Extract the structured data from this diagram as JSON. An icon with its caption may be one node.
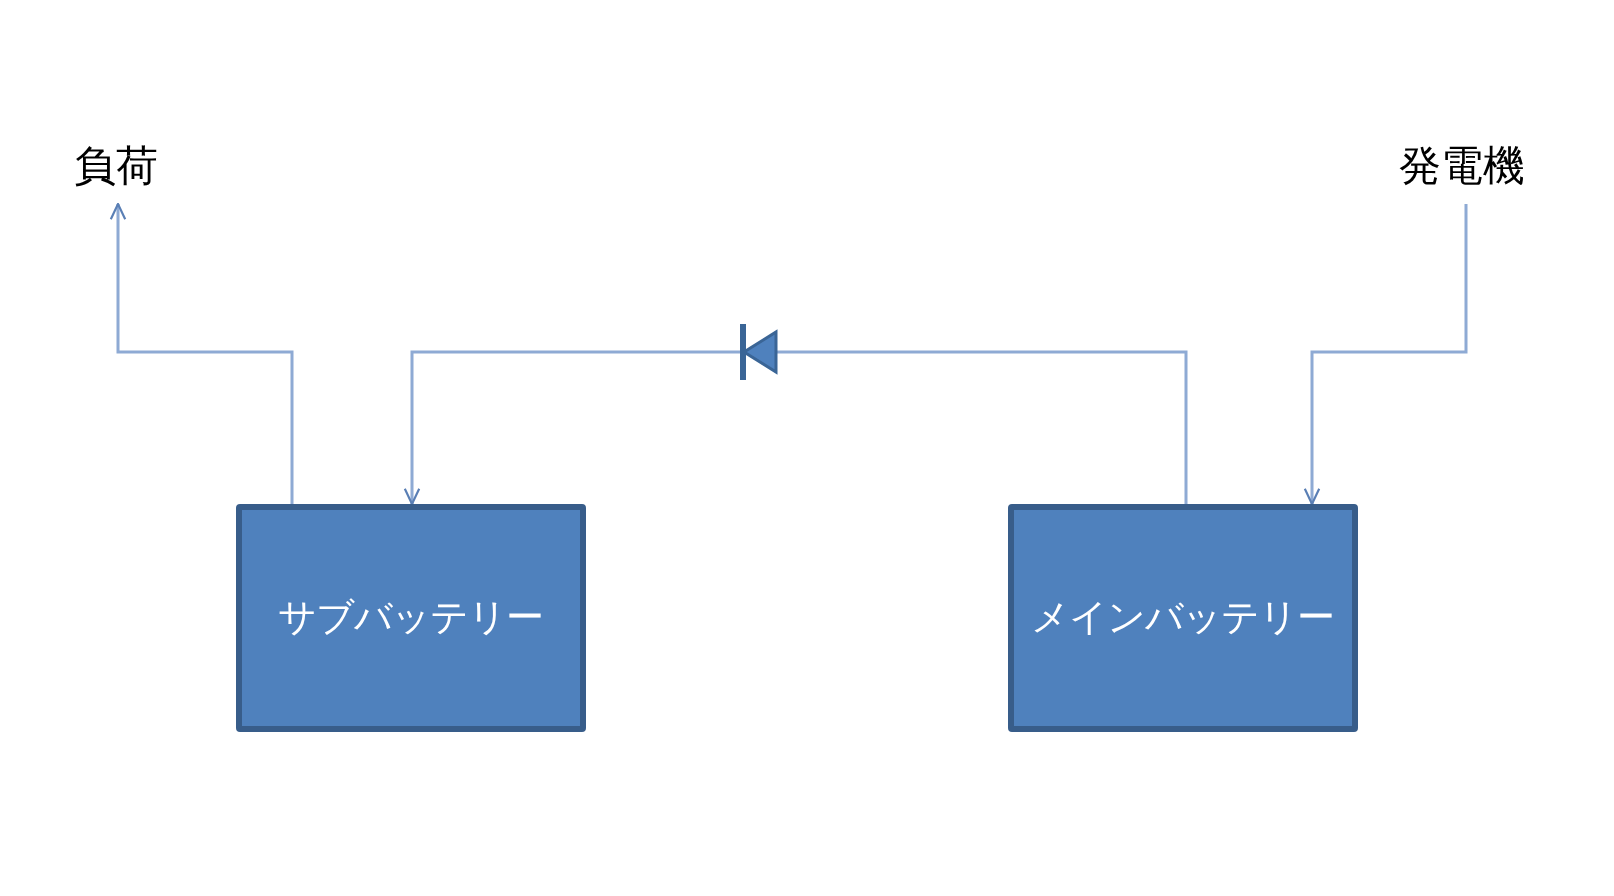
{
  "diagram": {
    "nodes": [
      {
        "text": [
          "負荷"
        ]
      },
      {
        "text": [
          "発電機"
        ]
      },
      {
        "text": [
          "サブバッテリー"
        ]
      },
      {
        "text": [
          "メインバッテリー"
        ]
      }
    ],
    "edges": [
      {
        "from": 2,
        "to": 0,
        "arrow": "to"
      },
      {
        "from": 3,
        "to": 2,
        "arrow": "to"
      },
      {
        "from": 1,
        "to": 3,
        "arrow": "to"
      }
    ]
  }
}
